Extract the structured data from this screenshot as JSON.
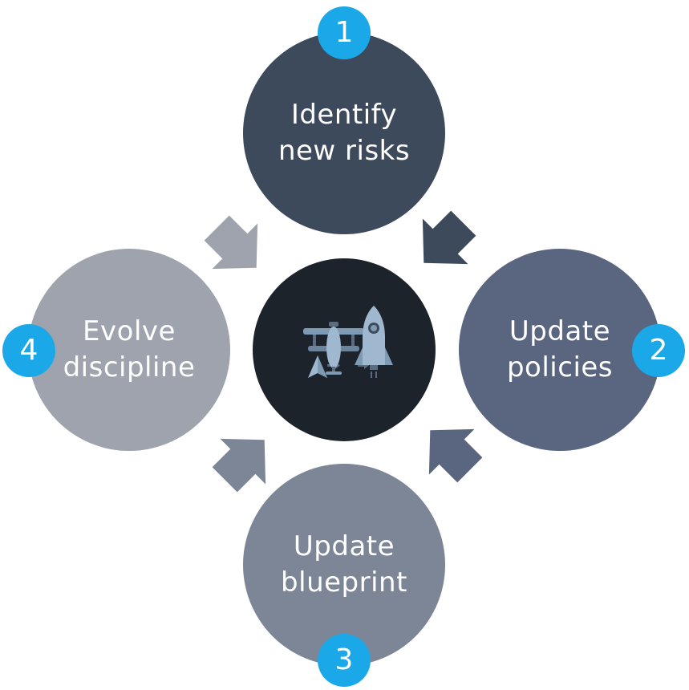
{
  "steps": [
    {
      "number": "1",
      "line1": "Identify",
      "line2": "new risks",
      "color": "#3d4a5c"
    },
    {
      "number": "2",
      "line1": "Update",
      "line2": "policies",
      "color": "#5a6680"
    },
    {
      "number": "3",
      "line1": "Update",
      "line2": "blueprint",
      "color": "#7d8696"
    },
    {
      "number": "4",
      "line1": "Evolve",
      "line2": "discipline",
      "color": "#9ea3ad"
    }
  ],
  "badge_color": "#1ba8e8",
  "center": {
    "color": "#1d232b",
    "icon": "aircraft-evolution-icon"
  },
  "arrow_colors": [
    "#3d4a5c",
    "#5a6680",
    "#7d8696",
    "#9ea3ad"
  ]
}
